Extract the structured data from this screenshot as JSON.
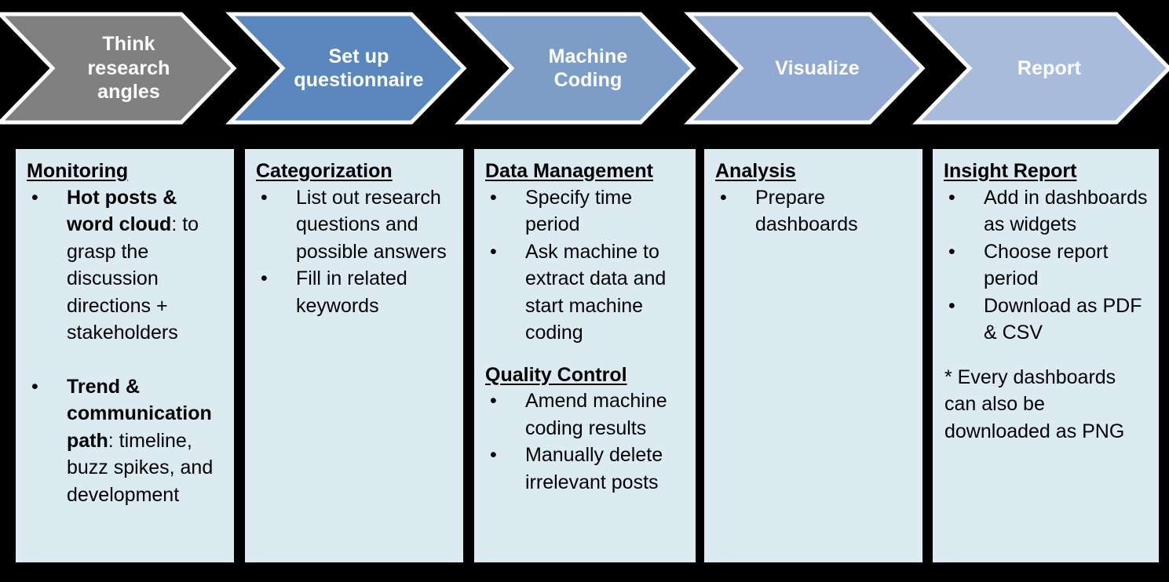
{
  "diagram": {
    "title_colors": {
      "stage1": "#808080",
      "stage2": "#5B87BF",
      "stage3": "#7B9DC8",
      "stage4": "#92A9D2",
      "stage5": "#A8BBDC",
      "box_background": "#DCEBF1",
      "canvas": "#000000",
      "chevron_outline": "#FFFFFF",
      "chevron_text": "#FFFFFF",
      "body_text": "#000000"
    },
    "stages": [
      {
        "id": "think-research-angles",
        "lines": [
          "Think",
          "research",
          "angles"
        ],
        "color": "#808080"
      },
      {
        "id": "set-up-questionnaire",
        "lines": [
          "Set up",
          "questionnaire"
        ],
        "color": "#5B87BF"
      },
      {
        "id": "machine-coding",
        "lines": [
          "Machine",
          "Coding"
        ],
        "color": "#7B9DC8"
      },
      {
        "id": "visualize",
        "lines": [
          "Visualize"
        ],
        "color": "#92A9D2"
      },
      {
        "id": "report",
        "lines": [
          "Report"
        ],
        "color": "#A8BBDC"
      }
    ],
    "columns": [
      {
        "id": "monitoring",
        "sections": [
          {
            "heading": "Monitoring",
            "items": [
              {
                "lead": "Hot posts & word cloud",
                "rest": ": to grasp the discussion directions + stakeholders"
              }
            ]
          },
          {
            "heading": "",
            "items": [
              {
                "lead": "Trend & communication path",
                "rest": ": timeline, buzz spikes, and development"
              }
            ]
          }
        ],
        "note": ""
      },
      {
        "id": "categorization",
        "sections": [
          {
            "heading": "Categorization",
            "items": [
              {
                "lead": "",
                "rest": "List out research questions and possible answers"
              },
              {
                "lead": "",
                "rest": "Fill in related keywords"
              }
            ]
          }
        ],
        "note": ""
      },
      {
        "id": "data-management",
        "sections": [
          {
            "heading": "Data Management",
            "items": [
              {
                "lead": "",
                "rest": "Specify time period"
              },
              {
                "lead": "",
                "rest": "Ask machine to extract data and start machine coding"
              }
            ]
          },
          {
            "heading": "Quality Control",
            "items": [
              {
                "lead": "",
                "rest": "Amend machine coding results"
              },
              {
                "lead": "",
                "rest": "Manually delete irrelevant posts"
              }
            ]
          }
        ],
        "note": ""
      },
      {
        "id": "analysis",
        "sections": [
          {
            "heading": "Analysis",
            "items": [
              {
                "lead": "",
                "rest": "Prepare dashboards"
              }
            ]
          }
        ],
        "note": ""
      },
      {
        "id": "insight-report",
        "sections": [
          {
            "heading": "Insight Report",
            "items": [
              {
                "lead": "",
                "rest": "Add in dashboards as widgets"
              },
              {
                "lead": "",
                "rest": "Choose report period"
              },
              {
                "lead": "",
                "rest": "Download as PDF & CSV"
              }
            ]
          }
        ],
        "note": "* Every dashboards can also be downloaded as PNG"
      }
    ],
    "bullet_glyph": "•"
  }
}
